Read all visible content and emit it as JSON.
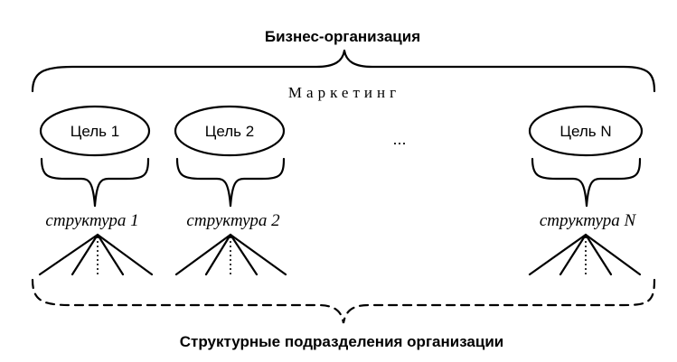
{
  "diagram": {
    "title": "Бизнес-организация",
    "marketing": "Маркетинг",
    "goals": [
      "Цель 1",
      "Цель 2",
      "Цель N"
    ],
    "structures": [
      "структура 1",
      "структура 2",
      "структура N"
    ],
    "ellipsis": "...",
    "footer": "Структурные подразделения организации"
  }
}
